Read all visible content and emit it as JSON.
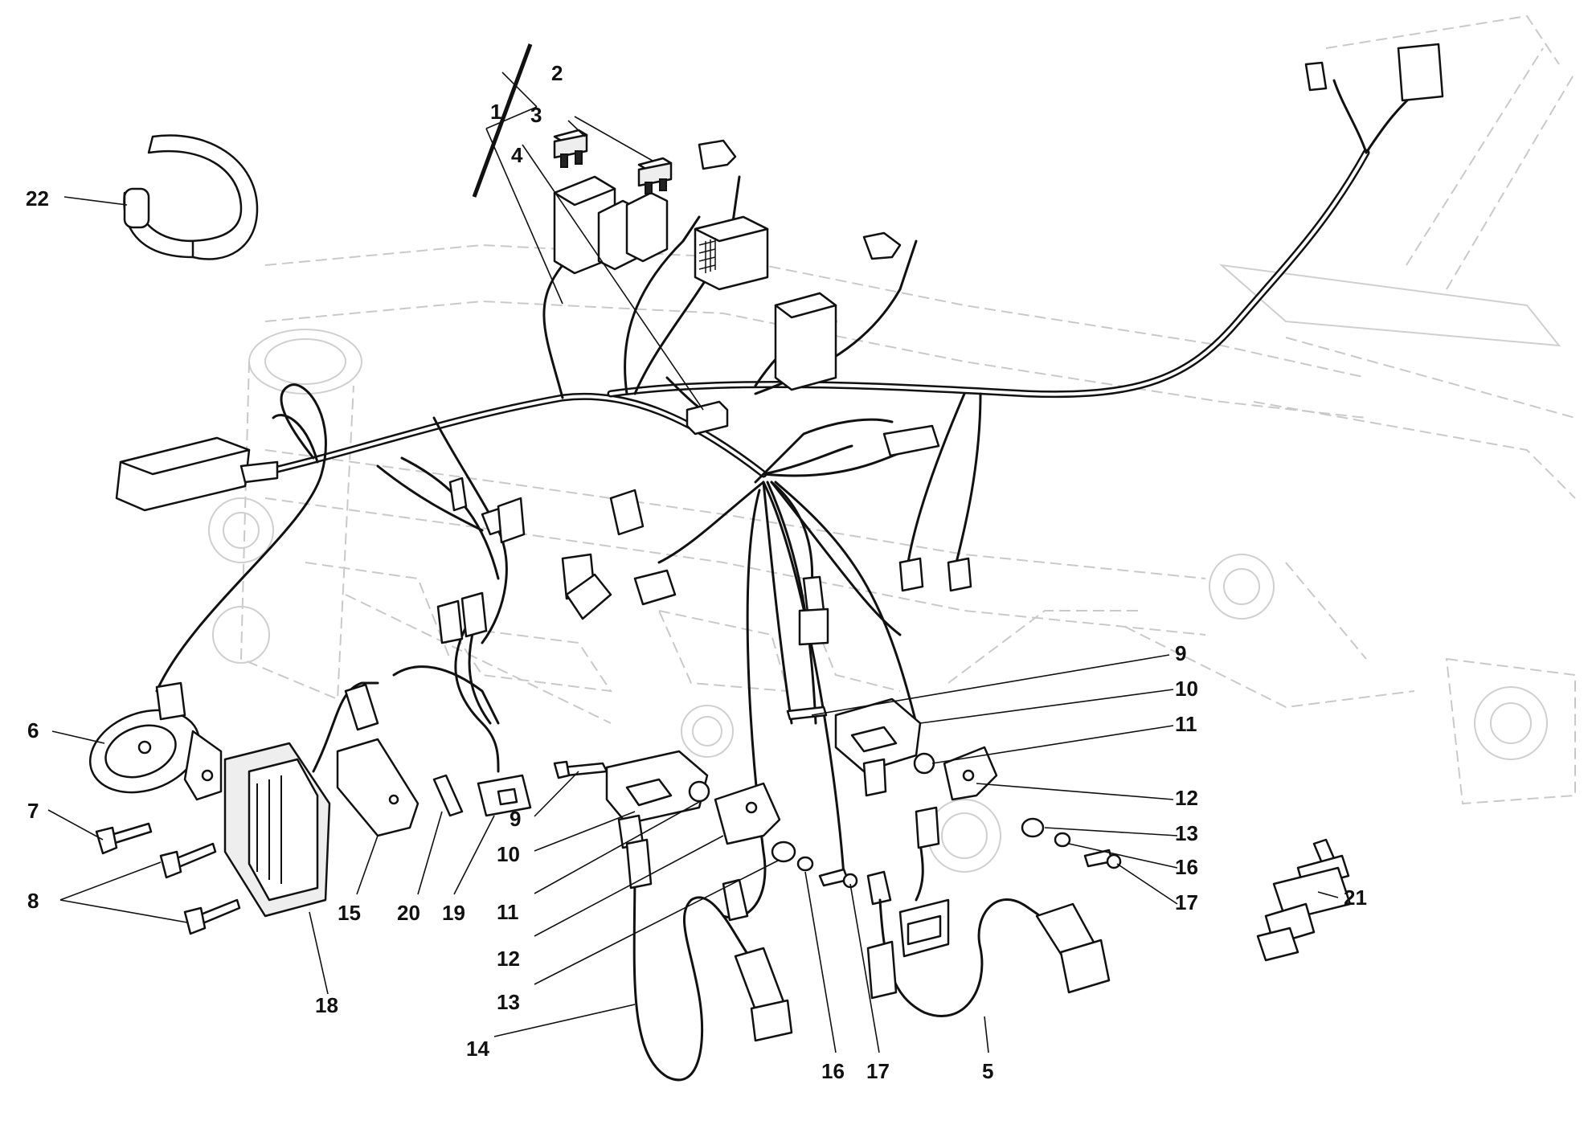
{
  "callouts": [
    {
      "key": "c1",
      "text": "1"
    },
    {
      "key": "c2",
      "text": "2"
    },
    {
      "key": "c3",
      "text": "3"
    },
    {
      "key": "c4",
      "text": "4"
    },
    {
      "key": "c22",
      "text": "22"
    },
    {
      "key": "c6",
      "text": "6"
    },
    {
      "key": "c7",
      "text": "7"
    },
    {
      "key": "c8",
      "text": "8"
    },
    {
      "key": "c18",
      "text": "18"
    },
    {
      "key": "c15",
      "text": "15"
    },
    {
      "key": "c20",
      "text": "20"
    },
    {
      "key": "c19",
      "text": "19"
    },
    {
      "key": "c9a",
      "text": "9"
    },
    {
      "key": "c10a",
      "text": "10"
    },
    {
      "key": "c11a",
      "text": "11"
    },
    {
      "key": "c12a",
      "text": "12"
    },
    {
      "key": "c13a",
      "text": "13"
    },
    {
      "key": "c14",
      "text": "14"
    },
    {
      "key": "c16a",
      "text": "16"
    },
    {
      "key": "c17a",
      "text": "17"
    },
    {
      "key": "c5",
      "text": "5"
    },
    {
      "key": "c9b",
      "text": "9"
    },
    {
      "key": "c10b",
      "text": "10"
    },
    {
      "key": "c11b",
      "text": "11"
    },
    {
      "key": "c12b",
      "text": "12"
    },
    {
      "key": "c13b",
      "text": "13"
    },
    {
      "key": "c16b",
      "text": "16"
    },
    {
      "key": "c17b",
      "text": "17"
    },
    {
      "key": "c21",
      "text": "21"
    }
  ]
}
